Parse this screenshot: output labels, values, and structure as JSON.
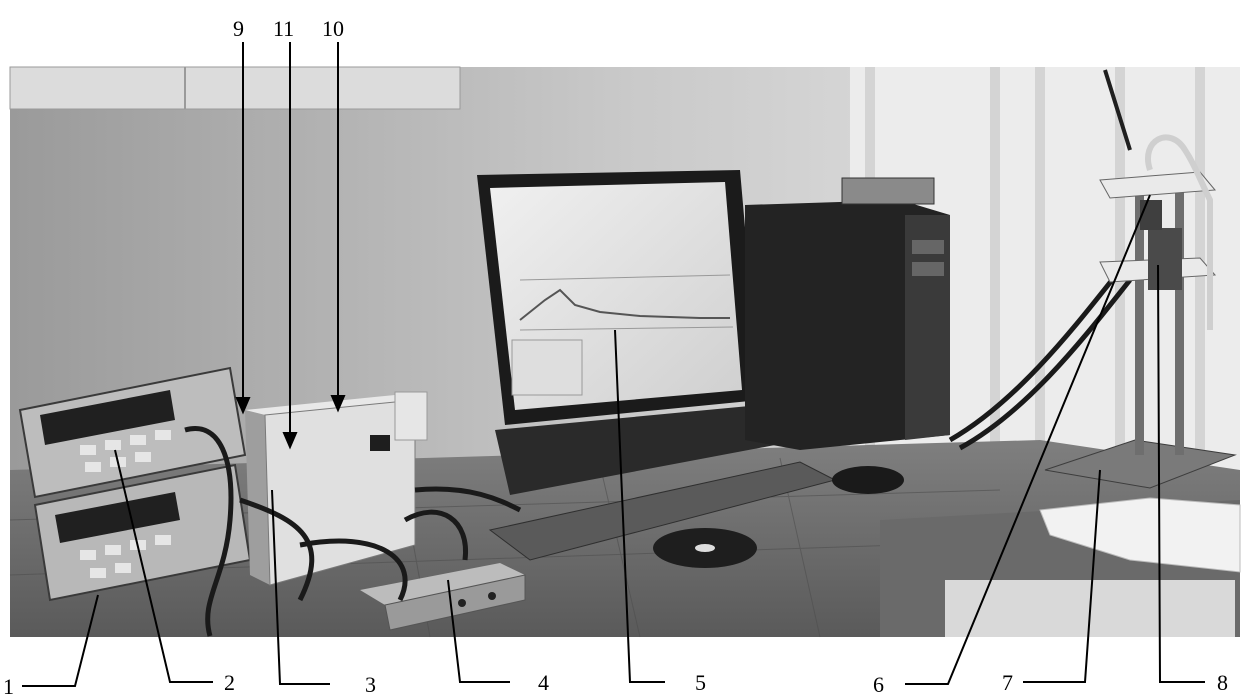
{
  "photo": {
    "description_icon": "laboratory-setup-photo"
  },
  "labels": {
    "top": [
      "9",
      "11",
      "10"
    ],
    "bottom": [
      "1",
      "2",
      "3",
      "4",
      "5",
      "6",
      "7",
      "8"
    ]
  }
}
